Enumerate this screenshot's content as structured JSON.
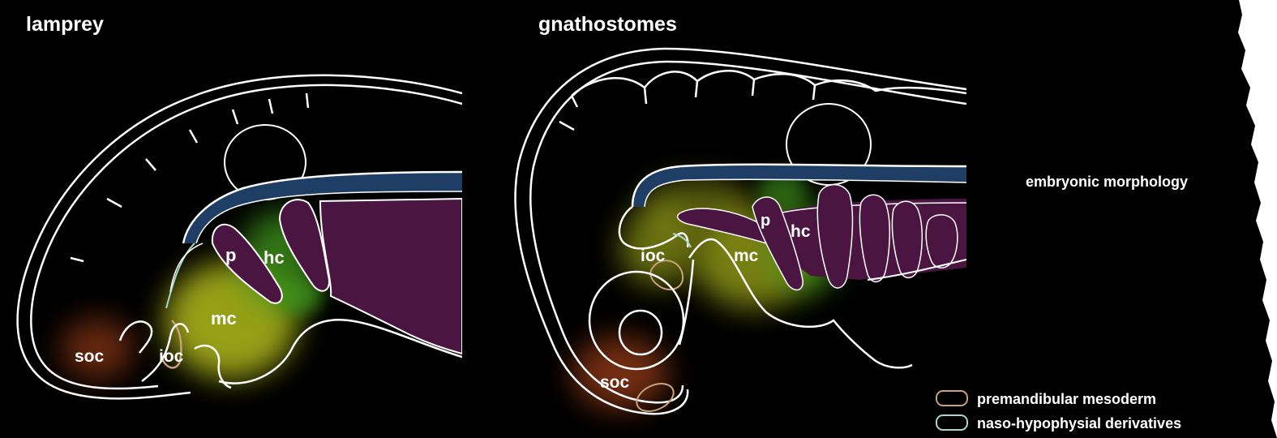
{
  "panels": {
    "left_title": "lamprey",
    "right_title": "gnathostomes"
  },
  "labels": {
    "soc": "soc",
    "ioc": "ioc",
    "mc": "mc",
    "p": "p",
    "hc": "hc"
  },
  "side_caption": "embryonic morphology",
  "legend": [
    {
      "label": "premandibular mesoderm",
      "color": "#c9a27a"
    },
    {
      "label": "naso-hypophysial derivatives",
      "color": "#a9d8c8"
    }
  ],
  "colors": {
    "background": "#000000",
    "outline": "#ffffff",
    "pharynx": "#4a1540",
    "notochord": "#1f3e66",
    "mc_glow": "#b9c21a",
    "hc_glow": "#3f9a1a",
    "soc_glow": "#b8481a"
  }
}
